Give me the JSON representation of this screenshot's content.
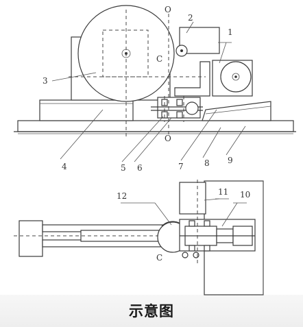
{
  "caption": "示意图",
  "top_view": {
    "labels": {
      "n1": "1",
      "n2": "2",
      "n3": "3",
      "n4": "4",
      "n5": "5",
      "n6": "6",
      "n7": "7",
      "n8": "8",
      "n9": "9",
      "o_top": "O",
      "o_bottom": "O",
      "c": "C"
    }
  },
  "bottom_view": {
    "labels": {
      "n10": "10",
      "n11": "11",
      "n12": "12",
      "c": "C"
    }
  }
}
